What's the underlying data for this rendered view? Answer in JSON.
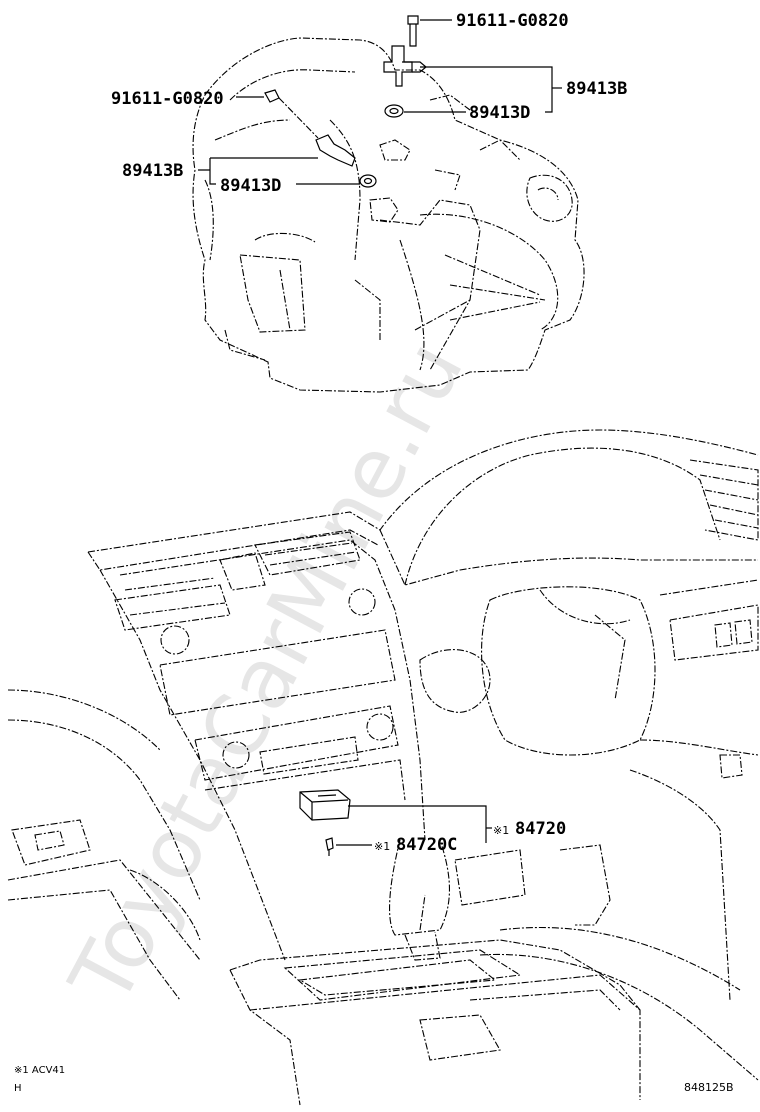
{
  "watermark": "ToyotaCarMine.ru",
  "parts": {
    "bolt_top": "91611-G0820",
    "sensor_top": "89413B",
    "washer_top": "89413D",
    "bolt_left": "91611-G0820",
    "sensor_left": "89413B",
    "washer_left": "89413D",
    "switch": "84720",
    "switch_mark": "※1",
    "screw": "84720C",
    "screw_mark": "※1"
  },
  "footnote": {
    "line1": "※1 ACV41",
    "line2": "H"
  },
  "ref_number": "848125B"
}
